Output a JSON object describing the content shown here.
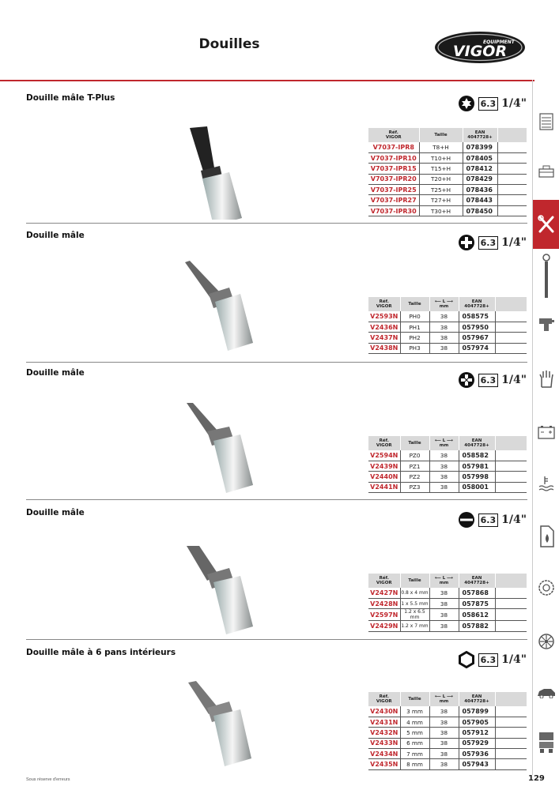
{
  "header": {
    "title": "Douilles",
    "logo_text": "VIGOR",
    "logo_subtext": "EQUIPMENT"
  },
  "sidebar": {
    "items": [
      {
        "icon": "tool-cabinet-icon"
      },
      {
        "icon": "toolbox-icon"
      },
      {
        "icon": "tools-icon",
        "active": true
      },
      {
        "icon": "torque-wrench-icon"
      },
      {
        "icon": "impact-wrench-icon"
      },
      {
        "icon": "glove-icon"
      },
      {
        "icon": "battery-icon"
      },
      {
        "icon": "coolant-icon"
      },
      {
        "icon": "oil-can-icon"
      },
      {
        "icon": "brake-disc-icon"
      },
      {
        "icon": "wheel-icon"
      },
      {
        "icon": "car-body-icon"
      },
      {
        "icon": "truck-icon"
      }
    ],
    "accent_color": "#c0272d"
  },
  "sections": [
    {
      "title": "Douille mâle T-Plus",
      "drive_size": "6.3",
      "drive_inch": "1/4\"",
      "tip_icon": "torx-plus-icon",
      "headers": [
        "Réf.\nVIGOR",
        "Taille",
        "EAN\n4047728+"
      ],
      "rows": [
        [
          "V7037-IPR8",
          "T8+H",
          "078399"
        ],
        [
          "V7037-IPR10",
          "T10+H",
          "078405"
        ],
        [
          "V7037-IPR15",
          "T15+H",
          "078412"
        ],
        [
          "V7037-IPR20",
          "T20+H",
          "078429"
        ],
        [
          "V7037-IPR25",
          "T25+H",
          "078436"
        ],
        [
          "V7037-IPR27",
          "T27+H",
          "078443"
        ],
        [
          "V7037-IPR30",
          "T30+H",
          "078450"
        ]
      ]
    },
    {
      "title": "Douille mâle",
      "drive_size": "6.3",
      "drive_inch": "1/4\"",
      "tip_icon": "phillips-icon",
      "headers": [
        "Réf.\nVIGOR",
        "Taille",
        "mm",
        "EAN\n4047728+"
      ],
      "rows": [
        [
          "V2593N",
          "PH0",
          "38",
          "058575"
        ],
        [
          "V2436N",
          "PH1",
          "38",
          "057950"
        ],
        [
          "V2437N",
          "PH2",
          "38",
          "057967"
        ],
        [
          "V2438N",
          "PH3",
          "38",
          "057974"
        ]
      ]
    },
    {
      "title": "Douille mâle",
      "drive_size": "6.3",
      "drive_inch": "1/4\"",
      "tip_icon": "pozidriv-icon",
      "headers": [
        "Réf.\nVIGOR",
        "Taille",
        "mm",
        "EAN\n4047728+"
      ],
      "rows": [
        [
          "V2594N",
          "PZ0",
          "38",
          "058582"
        ],
        [
          "V2439N",
          "PZ1",
          "38",
          "057981"
        ],
        [
          "V2440N",
          "PZ2",
          "38",
          "057998"
        ],
        [
          "V2441N",
          "PZ3",
          "38",
          "058001"
        ]
      ]
    },
    {
      "title": "Douille mâle",
      "drive_size": "6.3",
      "drive_inch": "1/4\"",
      "tip_icon": "slotted-icon",
      "headers": [
        "Réf.\nVIGOR",
        "Taille",
        "mm",
        "EAN\n4047728+"
      ],
      "rows": [
        [
          "V2427N",
          "0.8 x 4 mm",
          "38",
          "057868"
        ],
        [
          "V2428N",
          "1 x 5.5 mm",
          "38",
          "057875"
        ],
        [
          "V2597N",
          "1.2 x 6.5 mm",
          "38",
          "058612"
        ],
        [
          "V2429N",
          "1.2 x 7 mm",
          "38",
          "057882"
        ]
      ]
    },
    {
      "title": "Douille mâle à 6 pans intérieurs",
      "drive_size": "6.3",
      "drive_inch": "1/4\"",
      "tip_icon": "hex-icon",
      "headers": [
        "Réf.\nVIGOR",
        "Taille",
        "mm",
        "EAN\n4047728+"
      ],
      "rows": [
        [
          "V2430N",
          "3 mm",
          "38",
          "057899"
        ],
        [
          "V2431N",
          "4 mm",
          "38",
          "057905"
        ],
        [
          "V2432N",
          "5 mm",
          "38",
          "057912"
        ],
        [
          "V2433N",
          "6 mm",
          "38",
          "057929"
        ],
        [
          "V2434N",
          "7 mm",
          "38",
          "057936"
        ],
        [
          "V2435N",
          "8 mm",
          "38",
          "057943"
        ]
      ]
    }
  ],
  "footer": {
    "note": "Sous réserve d'erreurs",
    "page_number": "129"
  }
}
